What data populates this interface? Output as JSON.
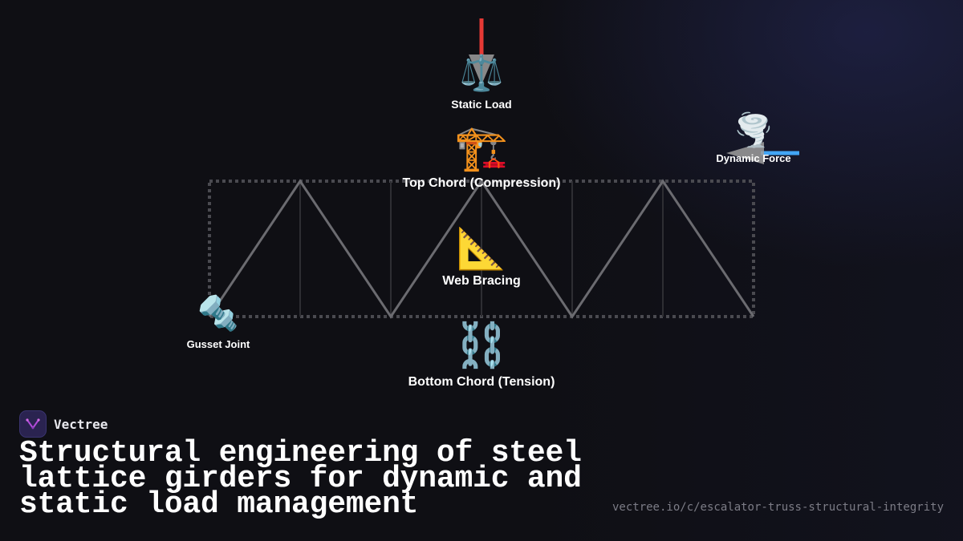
{
  "brand": {
    "name": "Vectree"
  },
  "title": "Structural engineering of steel lattice girders for dynamic and static load management",
  "url": "vectree.io/c/escalator-truss-structural-integrity",
  "colors": {
    "static_load_arrow": "#e53935",
    "dynamic_force_arrow": "#42a5f5",
    "truss_member": "#6b6b70",
    "frame_dashed": "#4a4a50",
    "arrow_head": "#9e9e9e"
  },
  "nodes": {
    "static_load": {
      "icon": "⚖️",
      "icon_name": "balance-scale-icon",
      "label": "Static Load"
    },
    "top_chord": {
      "icon": "🏗️",
      "icon_name": "crane-icon",
      "label": "Top Chord (Compression)"
    },
    "dynamic_force": {
      "icon": "🌪️",
      "icon_name": "tornado-icon",
      "label": "Dynamic Force"
    },
    "web_bracing": {
      "icon": "📐",
      "icon_name": "triangular-ruler-icon",
      "label": "Web Bracing"
    },
    "gusset_joint": {
      "icon": "🔩",
      "icon_name": "nut-and-bolt-icon",
      "label": "Gusset Joint"
    },
    "bottom_chord": {
      "icon": "⛓️",
      "icon_name": "chains-icon",
      "label": "Bottom Chord (Tension)"
    }
  }
}
